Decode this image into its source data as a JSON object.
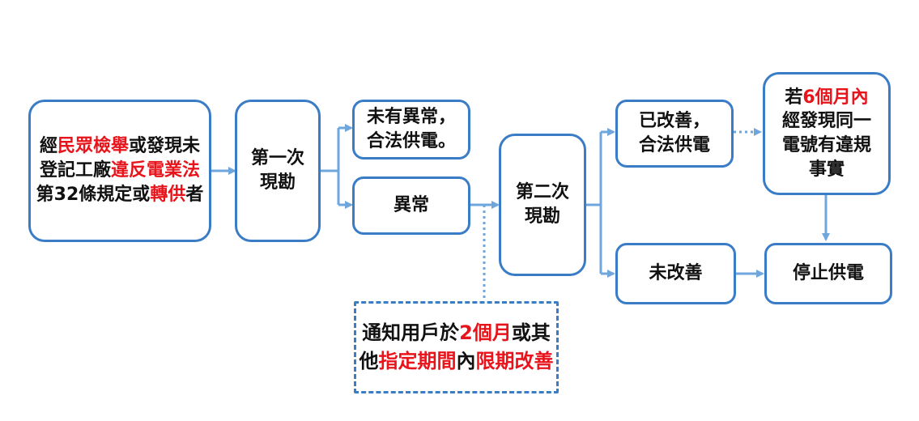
{
  "nodes": {
    "report": {
      "line1": {
        "pre": "經",
        "red": "民眾檢舉",
        "post": "或發現未"
      },
      "line2": {
        "pre": "登記工廠",
        "red": "違反電業法",
        "post": ""
      },
      "line3": {
        "pre": "第32條規定或",
        "red": "轉供",
        "post": "者"
      }
    },
    "first_inspection": {
      "line1": "第一次",
      "line2": "現勘"
    },
    "no_anomaly": {
      "line1": "未有異常，",
      "line2": "合法供電。"
    },
    "anomaly": {
      "label": "異常"
    },
    "notice": {
      "line1": {
        "pre": "通知用戶於",
        "red": "2個月",
        "post": "或其"
      },
      "line2": {
        "pre": "他",
        "red1": "指定期間",
        "mid": "內",
        "red2": "限期改善"
      }
    },
    "second_inspection": {
      "line1": "第二次",
      "line2": "現勘"
    },
    "improved": {
      "line1": "已改善，",
      "line2": "合法供電"
    },
    "six_months": {
      "line1": {
        "pre": "若",
        "red": "6個月內"
      },
      "line2": "經發現同一",
      "line3": "電號有違規",
      "line4": "事實"
    },
    "not_improved": {
      "label": "未改善"
    },
    "stop_power": {
      "label": "停止供電"
    }
  },
  "colors": {
    "border": "#3a7dc6",
    "highlight": "#e8141b",
    "text": "#111111"
  }
}
